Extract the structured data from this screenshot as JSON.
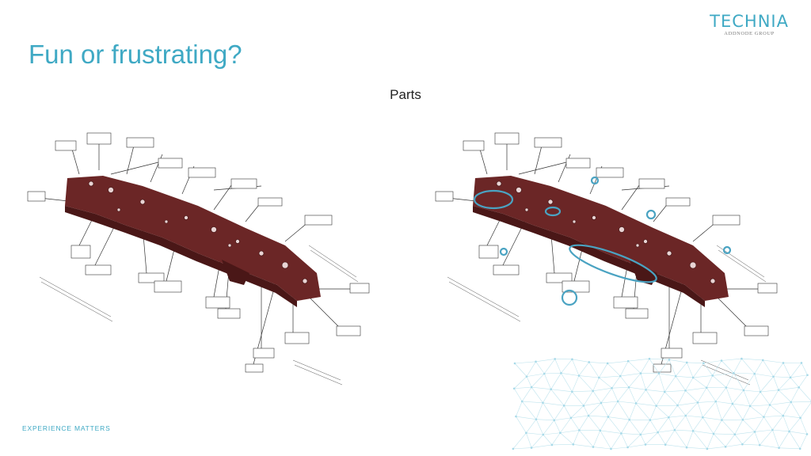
{
  "slide": {
    "title": "Fun or frustrating?",
    "subtitle": "Parts",
    "footer": "EXPERIENCE MATTERS",
    "logo": {
      "name": "TECHNIA",
      "tagline": "ADDNODE GROUP"
    }
  },
  "colors": {
    "accent": "#3fa9c4",
    "part": "#6b2626",
    "part_dark": "#4a1717",
    "highlight": "#4aa3c2",
    "line": "#333333"
  },
  "icons": [
    "part-drawing-icon",
    "highlight-ring-icon",
    "network-pattern-icon"
  ]
}
